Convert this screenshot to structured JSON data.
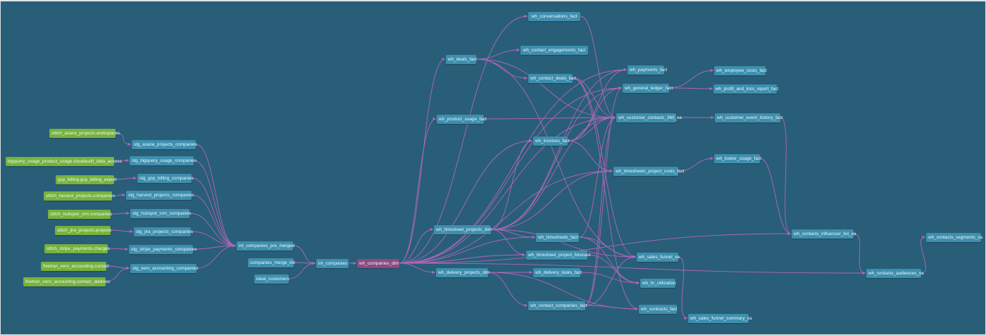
{
  "colors": {
    "background": "#285e78",
    "model": "#3e8fae",
    "source": "#77b33c",
    "selected": "#8e4a80",
    "edge": "#b565b8"
  },
  "nodes": [
    {
      "id": "src_asana",
      "label": "stitch_asana_projects.workspaces",
      "type": "source"
    },
    {
      "id": "src_bq",
      "label": "bigquery_usage_product_usage.cloudaudit_data_access",
      "type": "source"
    },
    {
      "id": "src_gcp",
      "label": "gcp_billing.gcp_billing_export",
      "type": "source"
    },
    {
      "id": "src_harvest",
      "label": "stitch_harvest_projects.companies",
      "type": "source"
    },
    {
      "id": "src_hubspot",
      "label": "stitch_hubspot_crm.companies",
      "type": "source"
    },
    {
      "id": "src_jira",
      "label": "stitch_jira_projects.projects",
      "type": "source"
    },
    {
      "id": "src_stripe",
      "label": "stitch_stripe_payments.charges",
      "type": "source"
    },
    {
      "id": "src_xero_c",
      "label": "fivetran_xero_accounting.contact",
      "type": "source"
    },
    {
      "id": "src_xero_ca",
      "label": "fivetran_xero_accounting.contact_address",
      "type": "source"
    },
    {
      "id": "stg_asana",
      "label": "stg_asana_projects_companies",
      "type": "model"
    },
    {
      "id": "stg_bq",
      "label": "stg_bigquery_usage_companies",
      "type": "model"
    },
    {
      "id": "stg_gcp",
      "label": "stg_gcp_billing_companies",
      "type": "model"
    },
    {
      "id": "stg_harvest",
      "label": "stg_harvest_projects_companies",
      "type": "model"
    },
    {
      "id": "stg_hubspot",
      "label": "stg_hubspot_crm_companies",
      "type": "model"
    },
    {
      "id": "stg_jira",
      "label": "stg_jira_projects_companies",
      "type": "model"
    },
    {
      "id": "stg_stripe",
      "label": "stg_stripe_payments_companies",
      "type": "model"
    },
    {
      "id": "stg_xero",
      "label": "stg_xero_accounting_companies",
      "type": "model"
    },
    {
      "id": "int_pre",
      "label": "int_companies_pre_merged",
      "type": "model"
    },
    {
      "id": "merge_list",
      "label": "companies_merge_list",
      "type": "model"
    },
    {
      "id": "ideal",
      "label": "ideal_customers",
      "type": "model"
    },
    {
      "id": "int_companies",
      "label": "int_companies",
      "type": "model"
    },
    {
      "id": "companies_dim",
      "label": "wh_companies_dim",
      "type": "selected"
    },
    {
      "id": "deals",
      "label": "wh_deals_fact",
      "type": "model"
    },
    {
      "id": "product_usage",
      "label": "wh_product_usage_fact",
      "type": "model"
    },
    {
      "id": "ts_proj_dim",
      "label": "wh_timesheet_projects_dim",
      "type": "model"
    },
    {
      "id": "deliv_proj_dim",
      "label": "wh_delivery_projects_dim",
      "type": "model"
    },
    {
      "id": "conversations",
      "label": "wh_conversations_fact",
      "type": "model"
    },
    {
      "id": "engagements",
      "label": "wh_contact_engagements_fact",
      "type": "model"
    },
    {
      "id": "contact_deals",
      "label": "wh_contact_deals_fact",
      "type": "model"
    },
    {
      "id": "invoices",
      "label": "wh_invoices_fact",
      "type": "model"
    },
    {
      "id": "timesheets",
      "label": "wh_timesheets_fact",
      "type": "model"
    },
    {
      "id": "ts_forecast",
      "label": "wh_timesheet_project_forecast",
      "type": "model"
    },
    {
      "id": "deliv_tasks",
      "label": "wh_delivery_tasks_fact",
      "type": "model"
    },
    {
      "id": "contact_companies",
      "label": "wh_contact_companies_fact",
      "type": "model"
    },
    {
      "id": "payments",
      "label": "wh_payments_fact",
      "type": "model"
    },
    {
      "id": "gl",
      "label": "wh_general_ledger_fact",
      "type": "model"
    },
    {
      "id": "cc360",
      "label": "wh_customer_contacts_360_xa",
      "type": "model"
    },
    {
      "id": "ts_costs",
      "label": "wh_timesheets_project_costs_fact",
      "type": "model"
    },
    {
      "id": "sales_funnel",
      "label": "wh_sales_funnel_xa",
      "type": "model"
    },
    {
      "id": "hr_util",
      "label": "wh_hr_utilization",
      "type": "model"
    },
    {
      "id": "contracts",
      "label": "wh_contracts_fact",
      "type": "model"
    },
    {
      "id": "sf_summary",
      "label": "wh_sales_funnel_summary_xa",
      "type": "model"
    },
    {
      "id": "emp_costs",
      "label": "wh_employee_costs_fact",
      "type": "model"
    },
    {
      "id": "pnl",
      "label": "wh_profit_and_loss_report_fact",
      "type": "model"
    },
    {
      "id": "event_hist",
      "label": "wh_customer_event_history_fact",
      "type": "model"
    },
    {
      "id": "looker",
      "label": "wh_looker_usage_fact",
      "type": "model"
    },
    {
      "id": "influencer",
      "label": "wh_contacts_influencer_list_xa",
      "type": "model"
    },
    {
      "id": "audiences",
      "label": "wh_contacts_audiences_xa",
      "type": "model"
    },
    {
      "id": "segments",
      "label": "wh_contacts_segments_xa",
      "type": "model"
    }
  ],
  "edges": [
    [
      "src_asana",
      "stg_asana"
    ],
    [
      "src_bq",
      "stg_bq"
    ],
    [
      "src_gcp",
      "stg_gcp"
    ],
    [
      "src_harvest",
      "stg_harvest"
    ],
    [
      "src_hubspot",
      "stg_hubspot"
    ],
    [
      "src_jira",
      "stg_jira"
    ],
    [
      "src_stripe",
      "stg_stripe"
    ],
    [
      "src_xero_c",
      "stg_xero"
    ],
    [
      "src_xero_ca",
      "stg_xero"
    ],
    [
      "stg_asana",
      "int_pre"
    ],
    [
      "stg_bq",
      "int_pre"
    ],
    [
      "stg_gcp",
      "int_pre"
    ],
    [
      "stg_harvest",
      "int_pre"
    ],
    [
      "stg_hubspot",
      "int_pre"
    ],
    [
      "stg_jira",
      "int_pre"
    ],
    [
      "stg_stripe",
      "int_pre"
    ],
    [
      "stg_xero",
      "int_pre"
    ],
    [
      "int_pre",
      "int_companies"
    ],
    [
      "merge_list",
      "int_companies"
    ],
    [
      "ideal",
      "int_companies"
    ],
    [
      "int_companies",
      "companies_dim"
    ],
    [
      "companies_dim",
      "deals"
    ],
    [
      "companies_dim",
      "product_usage"
    ],
    [
      "companies_dim",
      "ts_proj_dim"
    ],
    [
      "companies_dim",
      "deliv_proj_dim"
    ],
    [
      "companies_dim",
      "conversations"
    ],
    [
      "companies_dim",
      "invoices"
    ],
    [
      "companies_dim",
      "timesheets"
    ],
    [
      "companies_dim",
      "ts_forecast"
    ],
    [
      "companies_dim",
      "payments"
    ],
    [
      "companies_dim",
      "gl"
    ],
    [
      "companies_dim",
      "cc360"
    ],
    [
      "companies_dim",
      "ts_costs"
    ],
    [
      "companies_dim",
      "audiences"
    ],
    [
      "companies_dim",
      "influencer"
    ],
    [
      "deals",
      "engagements"
    ],
    [
      "deals",
      "contact_deals"
    ],
    [
      "deals",
      "cc360"
    ],
    [
      "deals",
      "sales_funnel"
    ],
    [
      "product_usage",
      "cc360"
    ],
    [
      "ts_proj_dim",
      "invoices"
    ],
    [
      "ts_proj_dim",
      "timesheets"
    ],
    [
      "ts_proj_dim",
      "ts_forecast"
    ],
    [
      "ts_proj_dim",
      "payments"
    ],
    [
      "ts_proj_dim",
      "gl"
    ],
    [
      "ts_proj_dim",
      "cc360"
    ],
    [
      "ts_proj_dim",
      "ts_costs"
    ],
    [
      "ts_proj_dim",
      "sales_funnel"
    ],
    [
      "deliv_proj_dim",
      "deliv_tasks"
    ],
    [
      "deliv_proj_dim",
      "contact_companies"
    ],
    [
      "deliv_proj_dim",
      "contracts"
    ],
    [
      "conversations",
      "cc360"
    ],
    [
      "contact_deals",
      "cc360"
    ],
    [
      "contact_deals",
      "sales_funnel"
    ],
    [
      "contact_deals",
      "contracts"
    ],
    [
      "invoices",
      "payments"
    ],
    [
      "invoices",
      "gl"
    ],
    [
      "invoices",
      "cc360"
    ],
    [
      "invoices",
      "ts_costs"
    ],
    [
      "timesheets",
      "cc360"
    ],
    [
      "timesheets",
      "hr_util"
    ],
    [
      "timesheets",
      "sales_funnel"
    ],
    [
      "ts_forecast",
      "hr_util"
    ],
    [
      "deliv_tasks",
      "hr_util"
    ],
    [
      "contact_companies",
      "cc360"
    ],
    [
      "contact_companies",
      "gl"
    ],
    [
      "contact_companies",
      "sales_funnel"
    ],
    [
      "contact_companies",
      "contracts"
    ],
    [
      "gl",
      "emp_costs"
    ],
    [
      "gl",
      "pnl"
    ],
    [
      "cc360",
      "event_hist"
    ],
    [
      "ts_costs",
      "looker"
    ],
    [
      "sales_funnel",
      "sf_summary"
    ],
    [
      "event_hist",
      "influencer"
    ],
    [
      "looker",
      "influencer"
    ],
    [
      "influencer",
      "audiences"
    ],
    [
      "audiences",
      "segments"
    ]
  ]
}
